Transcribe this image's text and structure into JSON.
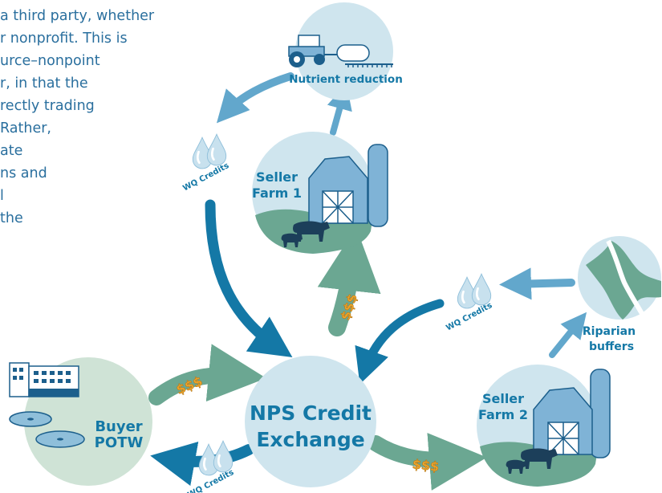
{
  "paragraph_lines": [
    "a third party, whether",
    "r nonprofit. This is",
    "urce–nonpoint",
    "r, in that the",
    "rectly trading",
    "Rather,",
    "ate",
    "ns and",
    "l",
    "the"
  ],
  "nodes": {
    "exchange": {
      "line1": "NPS Credit",
      "line2": "Exchange"
    },
    "buyer": {
      "line1": "Buyer",
      "line2": "POTW"
    },
    "seller1": {
      "line1": "Seller",
      "line2": "Farm 1"
    },
    "seller2": {
      "line1": "Seller",
      "line2": "Farm 2"
    },
    "nutrient": {
      "label": "Nutrient reduction"
    },
    "riparian": {
      "line1": "Riparian",
      "line2": "buffers"
    }
  },
  "credits_label": "WQ Credits",
  "money_label": "$$$",
  "colors": {
    "text_blue": "#2a6f9e",
    "arrow_blue": "#1478a6",
    "arrow_light": "#62a7cc",
    "arrow_green": "#6ba792",
    "circle_fill": "#cfe5ee",
    "buyer_fill": "#cfe3d6",
    "money_gold": "#efa52a"
  }
}
